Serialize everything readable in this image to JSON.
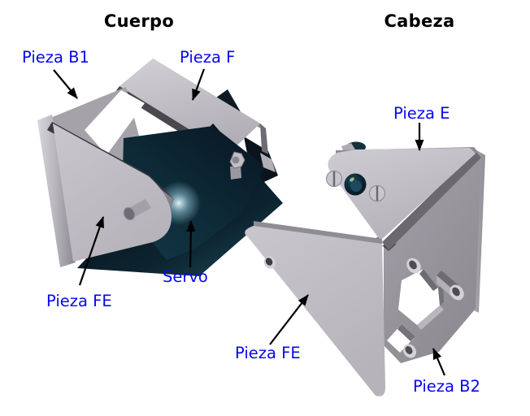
{
  "figure": {
    "titles": {
      "cuerpo": "Cuerpo",
      "cabeza": "Cabeza"
    },
    "annotations": {
      "pieza_b1": "Pieza B1",
      "pieza_f": "Pieza F",
      "pieza_e": "Pieza E",
      "servo": "Servo",
      "pieza_fe_cuerpo": "Pieza FE",
      "pieza_fe_cabeza": "Pieza FE",
      "pieza_b2": "Pieza B2"
    },
    "colors": {
      "annotation_blue": "#0808ee",
      "title_black": "#000000",
      "plate_gray_light": "#c9c6cd",
      "plate_gray_mid": "#9a97a0",
      "plate_edge_dark": "#3a383e",
      "servo_navy": "#0d2531",
      "background": "#ffffff",
      "arrow_black": "#000000"
    }
  }
}
